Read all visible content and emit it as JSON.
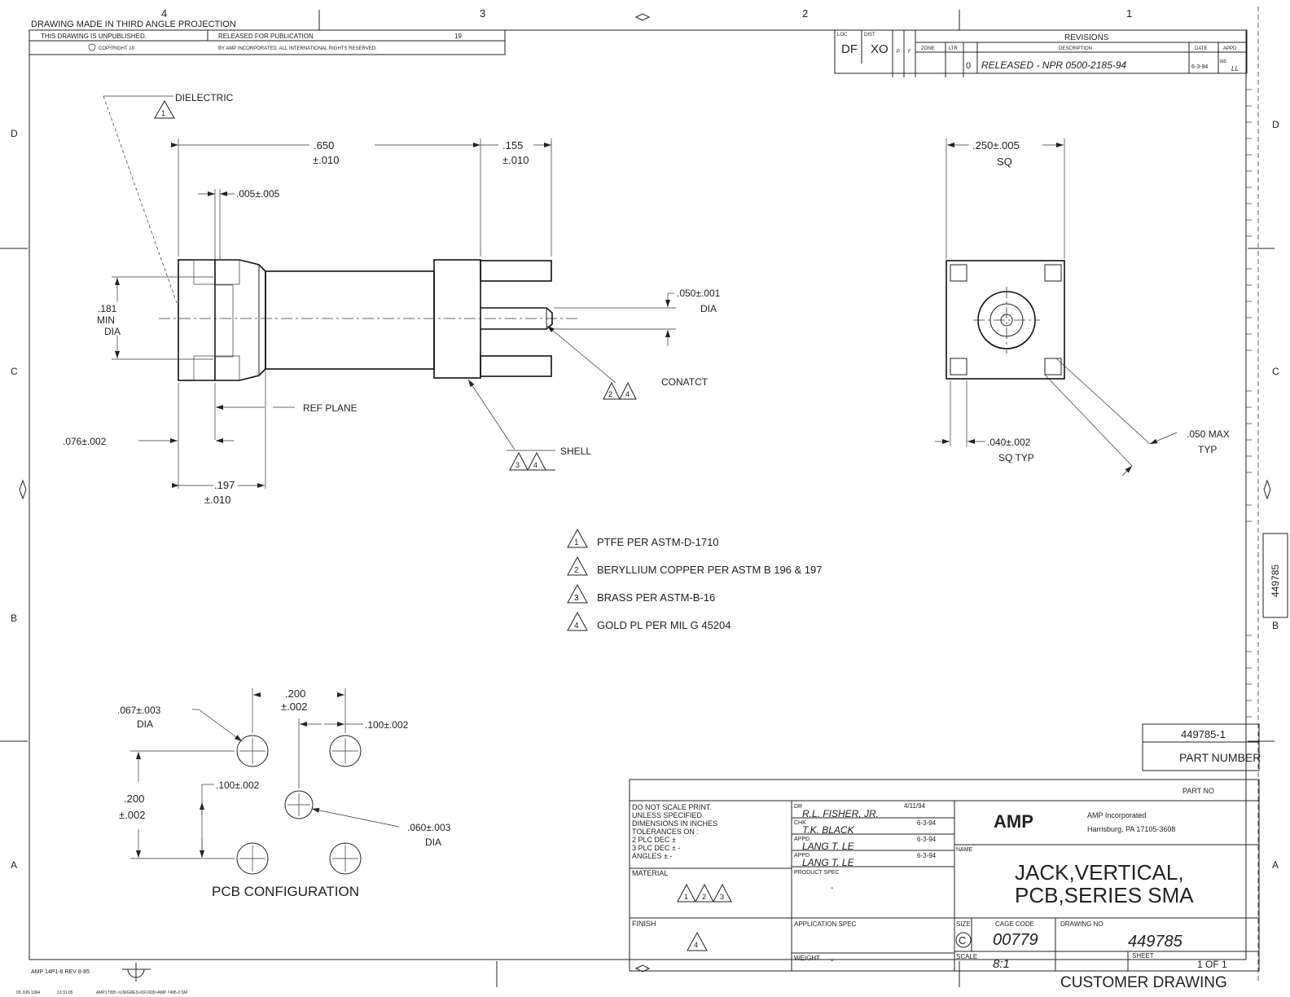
{
  "header": {
    "projection": "DRAWING MADE IN THIRD ANGLE PROJECTION",
    "unpublished": "THIS DRAWING IS UNPUBLISHED.",
    "released": "RELEASED FOR PUBLICATION",
    "year": "19",
    "copyright": "COPYRIGHT 19",
    "rights": "BY AMP INCORPORATED. ALL INTERNATIONAL RIGHTS RESERVED.",
    "zone_cols": [
      "4",
      "3",
      "2",
      "1"
    ],
    "zone_rows": [
      "D",
      "C",
      "B",
      "A"
    ]
  },
  "revisions": {
    "title": "REVISIONS",
    "loc_label": "LOC",
    "loc": "DF",
    "dist_label": "DIST",
    "dist": "XO",
    "p_label": "P",
    "f_label": "F",
    "col_zone": "ZONE",
    "col_ltr": "LTR",
    "col_desc": "DESCRIPTION",
    "col_date": "DATE",
    "col_appd": "APPD",
    "rows": [
      {
        "ltr": "0",
        "desc": "RELEASED - NPR 0500-2185-94",
        "date": "6-3-94",
        "dwn": "ikb",
        "appd": "LL"
      }
    ]
  },
  "views": {
    "dielectric": "DIELECTRIC",
    "dim_650": ".650",
    "tol_010a": "±.010",
    "dim_155": ".155",
    "tol_010b": "±.010",
    "dim_005": ".005±.005",
    "dim_181": ".181",
    "min": "MIN",
    "dia": "DIA",
    "dim_050": ".050±.001",
    "dia2": "DIA",
    "contact": "CONATCT",
    "ref_plane": "REF PLANE",
    "dim_076": ".076±.002",
    "shell": "SHELL",
    "dim_197": ".197",
    "tol_010c": "±.010",
    "dim_250": ".250±.005",
    "sq": "SQ",
    "dim_040": ".040±.002",
    "sq_typ": "SQ TYP",
    "dim_050max": ".050 MAX",
    "typ": "TYP"
  },
  "notes": [
    {
      "num": "1",
      "text": "PTFE PER ASTM-D-1710"
    },
    {
      "num": "2",
      "text": "BERYLLIUM COPPER PER ASTM B 196 & 197"
    },
    {
      "num": "3",
      "text": "BRASS PER ASTM-B-16"
    },
    {
      "num": "4",
      "text": "GOLD PL PER MIL G 45204"
    }
  ],
  "pcb": {
    "dim_067": ".067±.003",
    "dia": "DIA",
    "dim_200a": ".200",
    "tol_002a": "±.002",
    "dim_100a": ".100±.002",
    "dim_200b": ".200",
    "tol_002b": "±.002",
    "dim_100b": ".100±.002",
    "dim_060": ".060±.003",
    "dia2": "DIA",
    "caption": "PCB CONFIGURATION"
  },
  "title_block": {
    "part_number_value": "449785-1",
    "part_number_label": "PART NUMBER",
    "part_no": "PART NO",
    "general": [
      "DO NOT SCALE PRINT.",
      "UNLESS SPECIFIED",
      "DIMENSIONS IN INCHES",
      "TOLERANCES ON :",
      "2 PLC DEC ±",
      "3 PLC DEC ± -",
      "ANGLES ± -"
    ],
    "material_label": "MATERIAL",
    "finish_label": "FINISH",
    "dr_label": "DR",
    "dr_name": "R.L. FISHER, JR.",
    "dr_date": "4/11/94",
    "chk_label": "CHK",
    "chk_name": "T.K. BLACK",
    "chk_date": "6-3-94",
    "appd_label": "APPD",
    "appd1_name": "LANG T. LE",
    "appd1_date": "6-3-94",
    "appd2_name": "LANG T. LE",
    "appd2_date": "6-3-94",
    "product_spec_label": "PRODUCT SPEC",
    "product_spec": "-",
    "application_spec_label": "APPLICATION SPEC",
    "weight_label": "WEIGHT",
    "weight": "-",
    "company_logo": "AMP",
    "company_name": "AMP Incorporated",
    "company_address": "Harrisburg, PA 17105-3608",
    "name_label": "NAME",
    "title_line1": "JACK,VERTICAL,",
    "title_line2": "PCB,SERIES SMA",
    "size_label": "SIZE",
    "size": "C",
    "cage_label": "CAGE CODE",
    "cage": "00779",
    "drawing_no_label": "DRAWING NO",
    "drawing_no": "449785",
    "scale_label": "SCALE",
    "scale": "8:1",
    "sheet_label": "SHEET",
    "sheet": "1 OF 1",
    "customer": "CUSTOMER DRAWING",
    "side_number": "449785"
  },
  "footer": {
    "form": "AMP 14P1-8 REV 8-85",
    "date": "03 JUN 1994",
    "time": "13:31:05",
    "path": "AMP17995 <UNIGRES>DF1600>AMP 7495-2.SM"
  }
}
